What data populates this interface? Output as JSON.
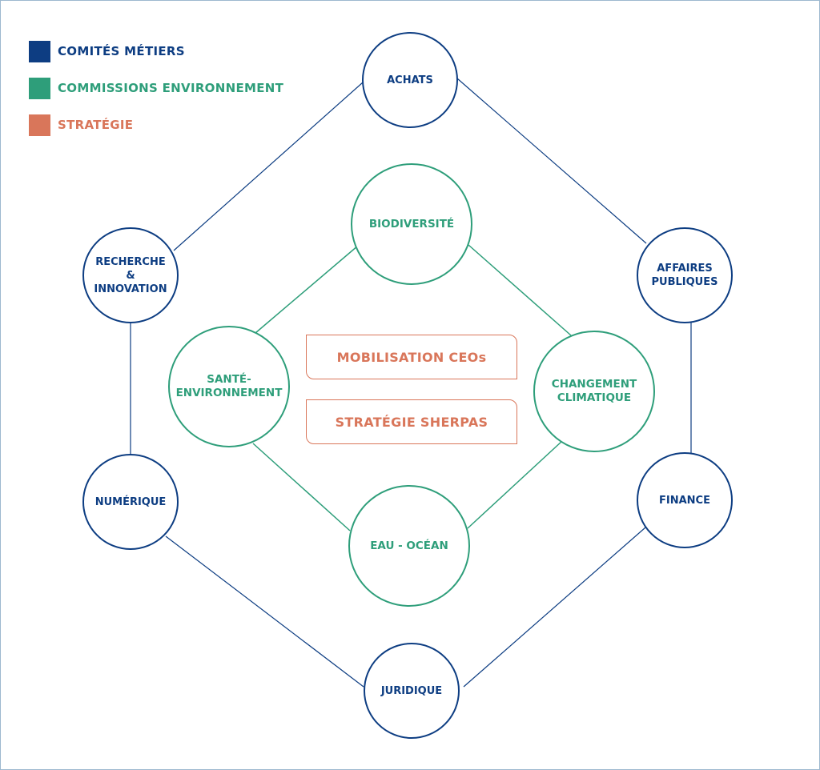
{
  "colors": {
    "metiers": "#0d3d82",
    "environnement": "#2e9e7a",
    "strategie": "#d9765a"
  },
  "legend": [
    {
      "label": "COMITÉS MÉTIERS",
      "color": "#0d3d82"
    },
    {
      "label": "COMMISSIONS ENVIRONNEMENT",
      "color": "#2e9e7a"
    },
    {
      "label": "STRATÉGIE",
      "color": "#d9765a"
    }
  ],
  "comites_metiers": {
    "achats": "ACHATS",
    "affaires_publiques": "AFFAIRES\nPUBLIQUES",
    "finance": "FINANCE",
    "juridique": "JURIDIQUE",
    "numerique": "NUMÉRIQUE",
    "recherche_innovation": "RECHERCHE\n&\nINNOVATION"
  },
  "commissions_environnement": {
    "biodiversite": "BIODIVERSITÉ",
    "changement_climatique": "CHANGEMENT\nCLIMATIQUE",
    "eau_ocean": "EAU - OCÉAN",
    "sante_environnement": "SANTÉ-\nENVIRONNEMENT"
  },
  "strategie": {
    "mobilisation": "MOBILISATION CEOs",
    "sherpas": "STRATÉGIE SHERPAS"
  }
}
